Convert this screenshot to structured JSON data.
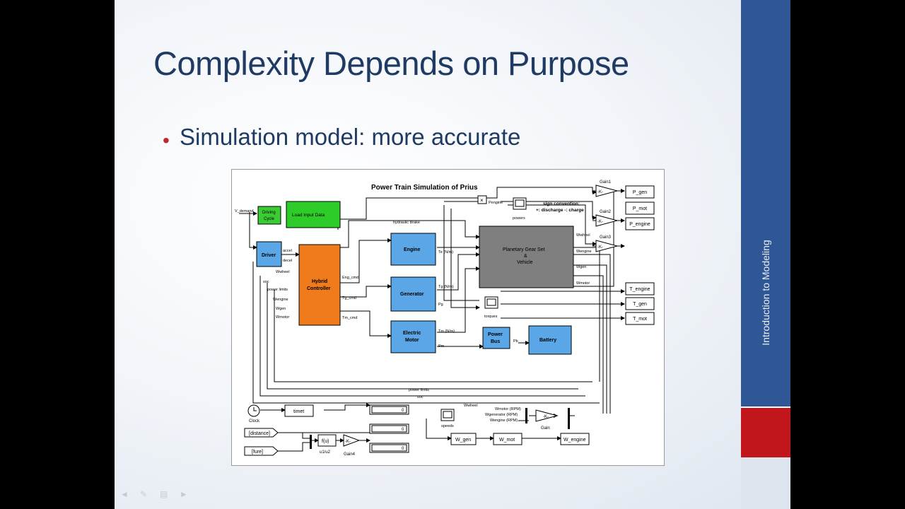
{
  "slide": {
    "title": "Complexity Depends on Purpose",
    "bullet": "Simulation model: more accurate",
    "sidebar_label": "Introduction to Modeling"
  },
  "diagram": {
    "title": "Power Train Simulation of Prius",
    "sign_convention": {
      "title": "sign convention:",
      "detail": "+: discharge   -: charge"
    },
    "blocks": {
      "driving_cycle": "Driving Cycle",
      "load_input": "Load Input Data",
      "driver": "Driver",
      "hybrid_controller_1": "Hybrid",
      "hybrid_controller_2": "Controller",
      "engine": "Engine",
      "generator": "Generator",
      "electric_motor_1": "Electric",
      "electric_motor_2": "Motor",
      "planetary_1": "Planetary Gear Set",
      "planetary_2": "&",
      "planetary_3": "Vehicle",
      "power_bus_1": "Power",
      "power_bus_2": "Bus",
      "battery": "Battery"
    },
    "outputs": [
      "P_gen",
      "P_mot",
      "P_engine",
      "T_engine",
      "T_gen",
      "T_mot"
    ],
    "gains": [
      "Gain1",
      "Gain2",
      "Gain3",
      "Gain",
      "Gain4"
    ],
    "gain_symbol": "-K-",
    "signal_labels": {
      "v_demand": "V_demand",
      "accel": "accel",
      "decel": "decel",
      "wwheel": "Wwheel",
      "soc": "soc",
      "power_limits": "power limits",
      "wengine": "Wengine",
      "wgen": "Wgen",
      "wmotor": "Wmotor",
      "eng_cmd": "Eng_cmd",
      "tg_cmd": "Tg_cmd",
      "tm_cmd": "Tm_cmd",
      "hydraulic_brake": "hydraulic Brake",
      "te": "Te (N/m)",
      "tg": "Tg (N/m)",
      "pg": "Pg",
      "tm": "Tm (N/m)",
      "pm": "Pm",
      "pb": "Pb",
      "wheel": "Wwheel",
      "wengine2": "Wengine",
      "wgen2": "Wgen",
      "wmotor2": "Wmotor",
      "pengine": "Pengine",
      "powers": "powers",
      "torques": "torques",
      "speeds": "speeds",
      "power_limits_bottom": "power limits",
      "soc_bottom": "soc",
      "wwheel_bottom": "Wwheel",
      "wmotor_rpm": "Wmotor (RPM)",
      "wgenerator_rpm": "Wgenerator (RPM)",
      "wengine_rpm": "Wengine (RPM)"
    },
    "bottom": {
      "clock": "Clock",
      "timet": "timet",
      "display_value": "0",
      "distance": "[distance]",
      "fuel": "[fure]",
      "fcn": "f(u)",
      "fcn_label": "u1/u2",
      "w_gen": "W_gen",
      "w_mot": "W_mot",
      "w_engine": "W_engine"
    }
  }
}
